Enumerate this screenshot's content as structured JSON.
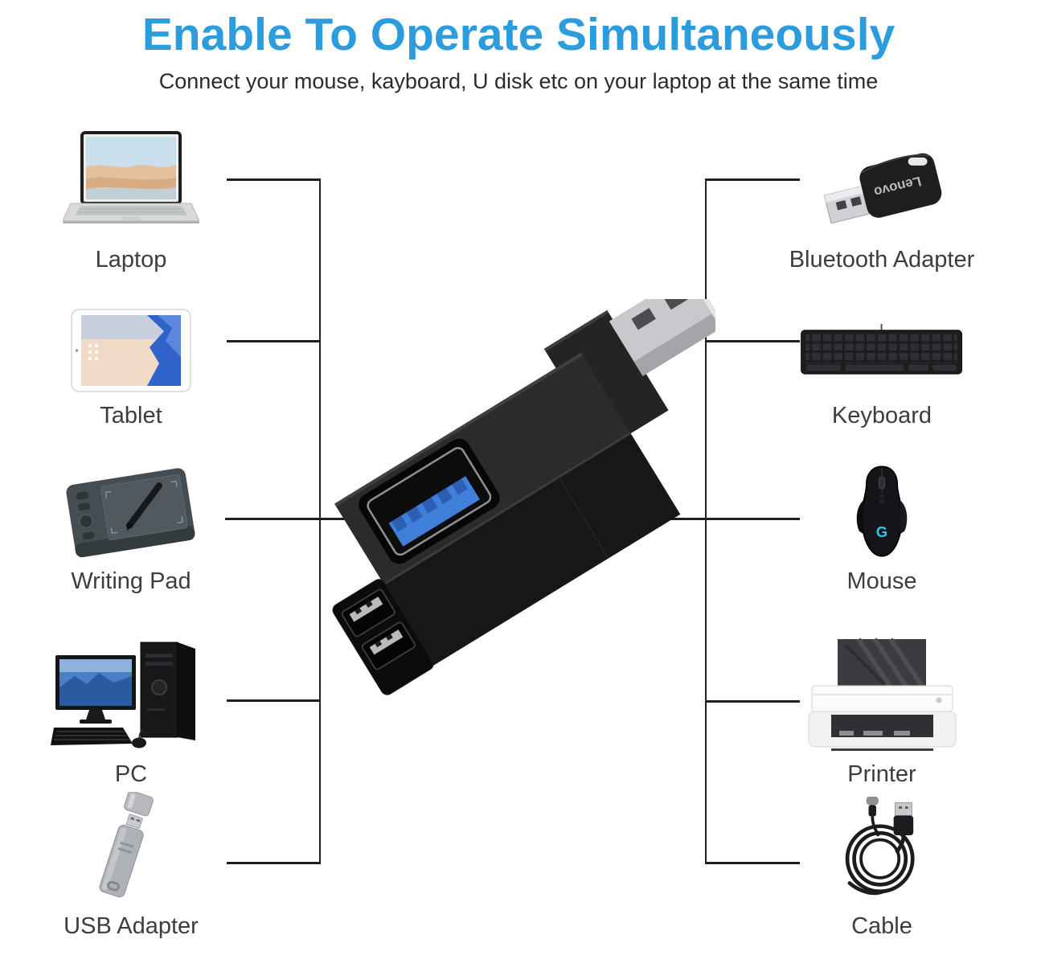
{
  "header": {
    "title": "Enable To Operate Simultaneously",
    "subtitle": "Connect your mouse, kayboard, U disk etc on your laptop at the same time"
  },
  "colors": {
    "title_accent": "#2D9CDD",
    "label_text": "#3d3d3d",
    "connector_line": "#1f1f1f",
    "usb3_port_blue": "#3f7fd9",
    "mouse_logo_cyan": "#35c4ea"
  },
  "left_items": [
    {
      "label": "Laptop",
      "icon": "laptop-icon"
    },
    {
      "label": "Tablet",
      "icon": "tablet-icon"
    },
    {
      "label": "Writing Pad",
      "icon": "writing-pad-icon"
    },
    {
      "label": "PC",
      "icon": "pc-icon"
    },
    {
      "label": "USB Adapter",
      "icon": "usb-adapter-icon"
    }
  ],
  "right_items": [
    {
      "label": "Bluetooth Adapter",
      "icon": "bluetooth-adapter-icon",
      "brand_text": "Lenovo"
    },
    {
      "label": "Keyboard",
      "icon": "keyboard-icon"
    },
    {
      "label": "Mouse",
      "icon": "mouse-icon",
      "logo_text": "G"
    },
    {
      "label": "Printer",
      "icon": "printer-icon"
    },
    {
      "label": "Cable",
      "icon": "cable-icon"
    }
  ],
  "center": {
    "icon": "usb-hub-icon"
  }
}
